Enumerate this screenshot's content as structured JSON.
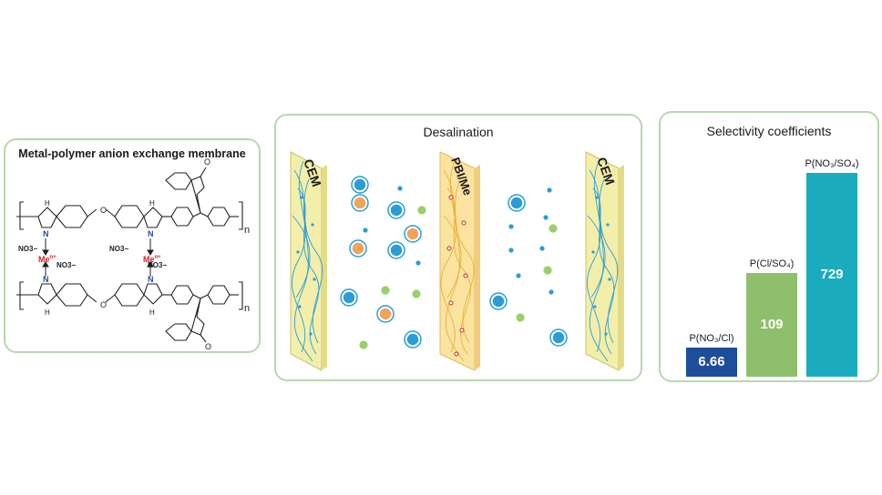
{
  "left_panel": {
    "title": "Metal-polymer anion exchange membrane",
    "atoms": {
      "oxygen": "O",
      "nitrogen": "N",
      "hydrogen": "H",
      "carbonyl_o": "O",
      "repeat_n": "n"
    },
    "anions": [
      "NO3−",
      "NO3−",
      "NO3−",
      "NO3−"
    ],
    "metal": "Me",
    "metal_charge": "n+"
  },
  "middle_panel": {
    "title": "Desalination",
    "membranes": [
      {
        "label": "CEM",
        "color": "#f3efaa"
      },
      {
        "label": "PBI/Me",
        "color": "#fbe3a0"
      },
      {
        "label": "CEM",
        "color": "#f3efaa"
      }
    ],
    "ion_colors": {
      "cation": "#2a9dd6",
      "anion_orange": "#f2a35b",
      "anion_green": "#9bcf6a"
    }
  },
  "right_panel": {
    "title": "Selectivity coefficients",
    "chart_data": {
      "type": "bar",
      "title": "Selectivity coefficients",
      "categories": [
        "P(NO₃/Cl)",
        "P(Cl/SO₄)",
        "P(NO₃/SO₄)"
      ],
      "values": [
        6.66,
        109,
        729
      ],
      "value_labels": [
        "6.66",
        "109",
        "729"
      ],
      "colors": [
        "#1d4e9c",
        "#8ec06c",
        "#1aabbf"
      ],
      "ylim": [
        0,
        729
      ]
    }
  }
}
